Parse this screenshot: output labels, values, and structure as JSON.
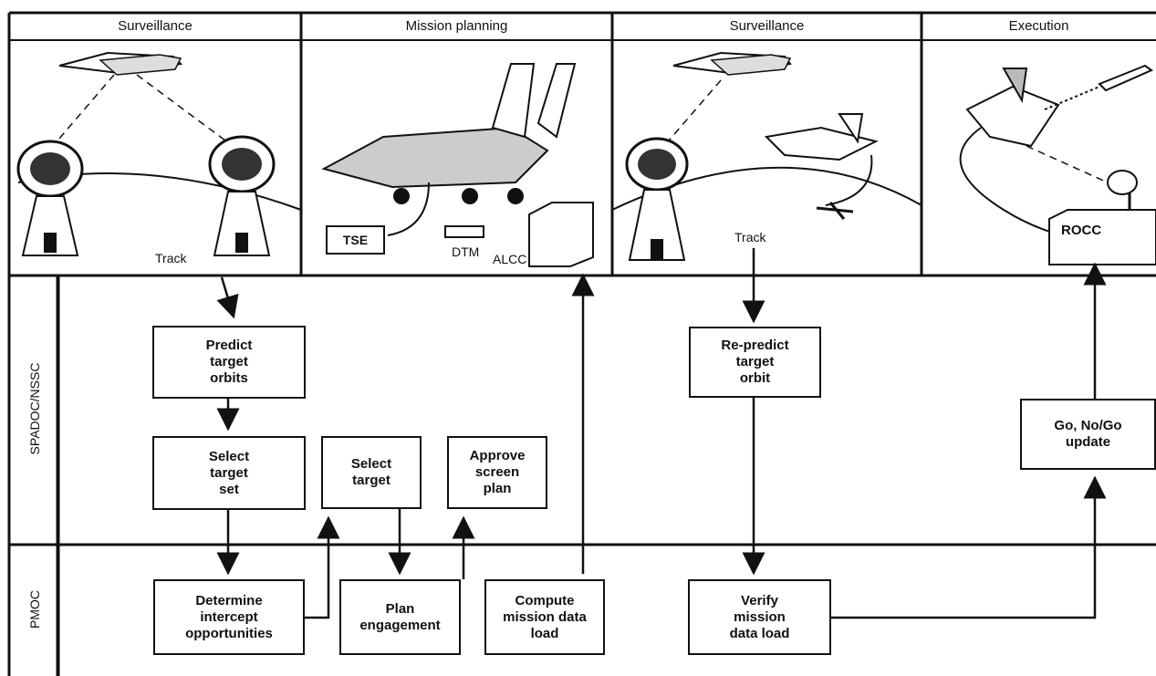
{
  "headers": [
    "Surveillance",
    "Mission planning",
    "Surveillance",
    "Execution"
  ],
  "lanes": [
    "SPADOC/NSSC",
    "PMOC"
  ],
  "illustration_labels": {
    "track_1": "Track",
    "track_2": "Track",
    "tse": "TSE",
    "dtm": "DTM",
    "alcc": "ALCC",
    "rocc": "ROCC"
  },
  "boxes": {
    "predict": "Predict\ntarget\norbits",
    "select_set": "Select\ntarget\nset",
    "select_target": "Select\ntarget",
    "approve": "Approve\nscreen\nplan",
    "repredict": "Re-predict\ntarget\norbit",
    "go_nogo": "Go, No/Go\nupdate",
    "determine": "Determine\nintercept\nopportunities",
    "plan": "Plan\nengagement",
    "compute": "Compute\nmission data\nload",
    "verify": "Verify\nmission\ndata load"
  },
  "icons": [
    "satellite-icon",
    "radar-dish-icon",
    "aircraft-icon",
    "missile-icon"
  ]
}
